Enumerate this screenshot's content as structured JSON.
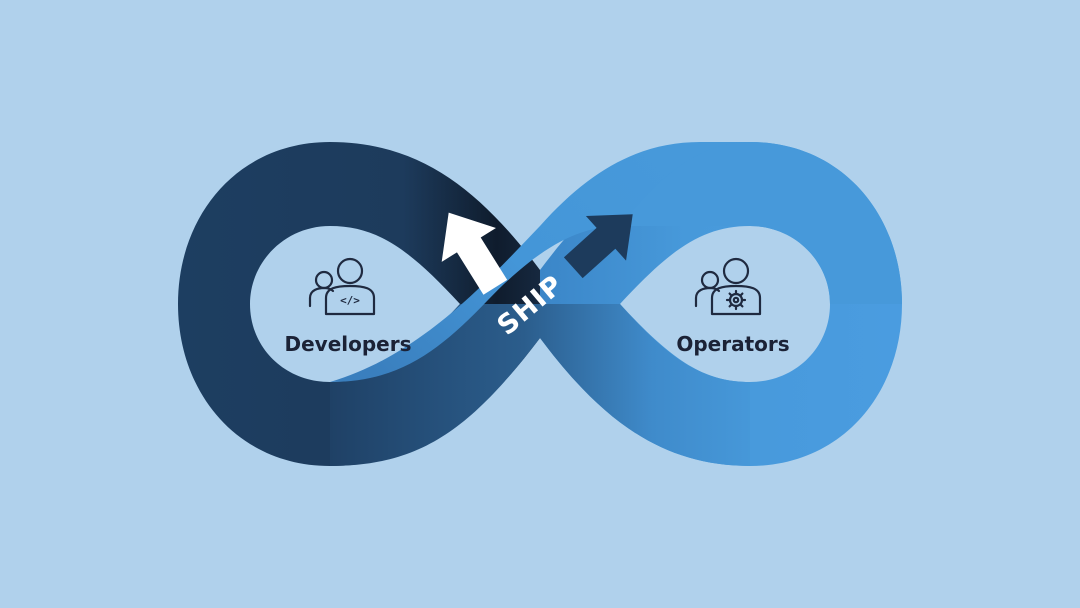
{
  "diagram": {
    "center_label": "SHIP",
    "left_group": {
      "label": "Developers",
      "icon": "developer-code-icon"
    },
    "right_group": {
      "label": "Operators",
      "icon": "operator-gear-icon"
    },
    "icons": {
      "code_symbol": "</>"
    },
    "colors": {
      "background": "#b0d1ec",
      "loop_dark": "#1d3e61",
      "loop_shadow": "#0f1c2d",
      "loop_mid": "#2d5f8f",
      "loop_light": "#4799da",
      "arrow_fill": "#ffffff",
      "text": "#1b2236"
    }
  }
}
